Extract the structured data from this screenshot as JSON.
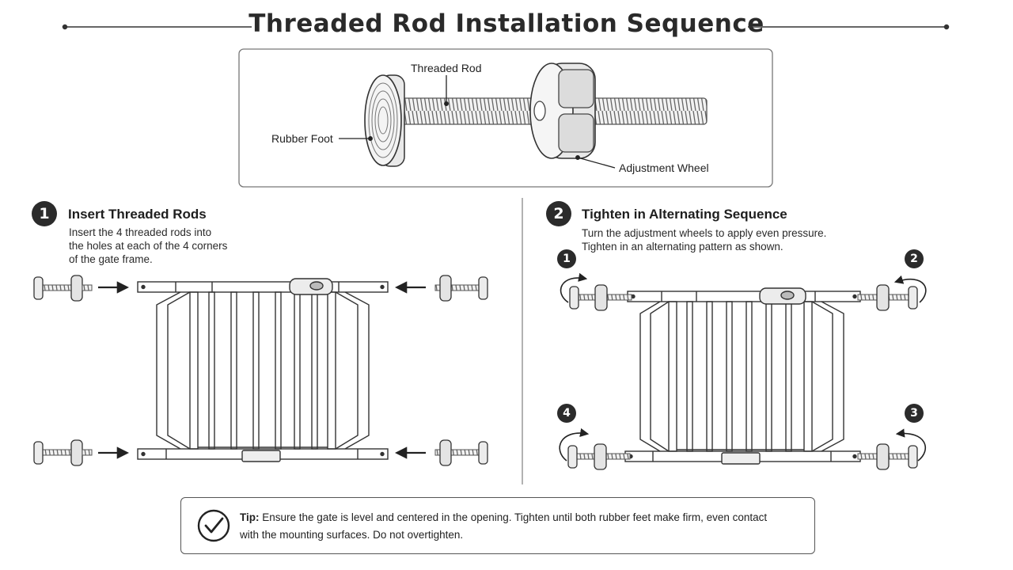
{
  "title": "Threaded Rod Installation Sequence",
  "callouts": {
    "threaded_rod": "Threaded Rod",
    "rubber_foot": "Rubber Foot",
    "adjustment_wheel": "Adjustment Wheel"
  },
  "steps": [
    {
      "number": "1",
      "title": "Insert Threaded Rods",
      "lines": [
        "Insert the 4 threaded rods into",
        "the holes at each of the 4 corners",
        "of the gate frame."
      ]
    },
    {
      "number": "2",
      "title": "Tighten in Alternating Sequence",
      "lines": [
        "Turn the adjustment wheels to apply even pressure.",
        "Tighten in an alternating pattern as shown."
      ]
    }
  ],
  "tighten_order": [
    "1",
    "2",
    "3",
    "4"
  ],
  "tip": {
    "label": "Tip:",
    "emphasis": "Ensure the gate is level and centered",
    "text_1": " in the opening.  Tighten until both rubber feet make firm, even contact",
    "text_2": "with the mounting surfaces.  Do not overtighten."
  },
  "icons": [
    "check-circle-icon",
    "arrow-right-icon",
    "arrow-left-icon",
    "rotate-arrow-icon"
  ]
}
